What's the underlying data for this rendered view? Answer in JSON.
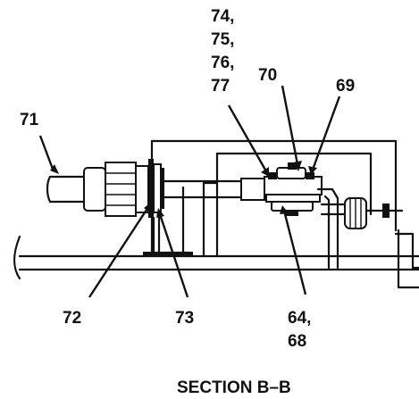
{
  "diagram": {
    "callouts": {
      "c71": "71",
      "c72": "72",
      "c73": "73",
      "c7477": [
        "74,",
        "75,",
        "76,",
        "77"
      ],
      "c70": "70",
      "c69": "69",
      "c6468": [
        "64,",
        "68"
      ]
    },
    "caption": "SECTION B–B",
    "colors": {
      "ink": "#111111",
      "paper": "#ffffff"
    }
  }
}
